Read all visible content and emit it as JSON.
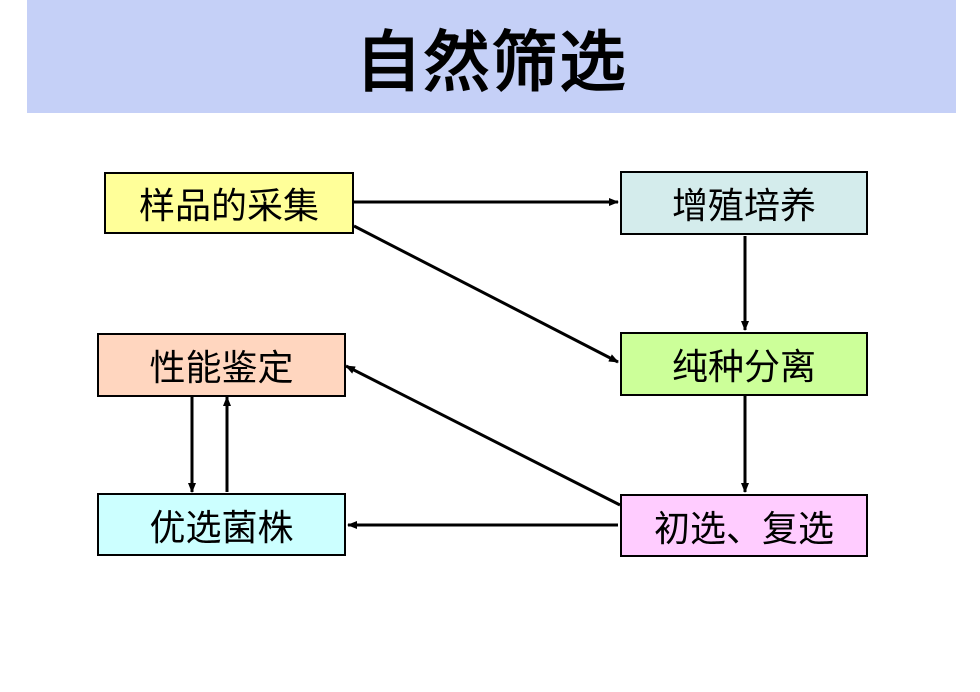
{
  "title": "自然筛选",
  "colors": {
    "title_bar": "#c5d0f7",
    "sample": "#ffff99",
    "enrich": "#d4ecec",
    "pure": "#ccff99",
    "identify": "#ffd6bf",
    "superior": "#ccffff",
    "screen": "#ffccff"
  },
  "nodes": {
    "sample": "样品的采集",
    "enrich": "增殖培养",
    "pure": "纯种分离",
    "identify": "性能鉴定",
    "superior": "优选菌株",
    "screen": "初选、复选"
  },
  "edges": [
    {
      "from": "sample",
      "to": "enrich"
    },
    {
      "from": "sample",
      "to": "pure"
    },
    {
      "from": "enrich",
      "to": "pure"
    },
    {
      "from": "pure",
      "to": "screen"
    },
    {
      "from": "screen",
      "to": "superior"
    },
    {
      "from": "screen",
      "to": "identify"
    },
    {
      "from": "identify",
      "to": "superior"
    },
    {
      "from": "superior",
      "to": "identify"
    }
  ]
}
